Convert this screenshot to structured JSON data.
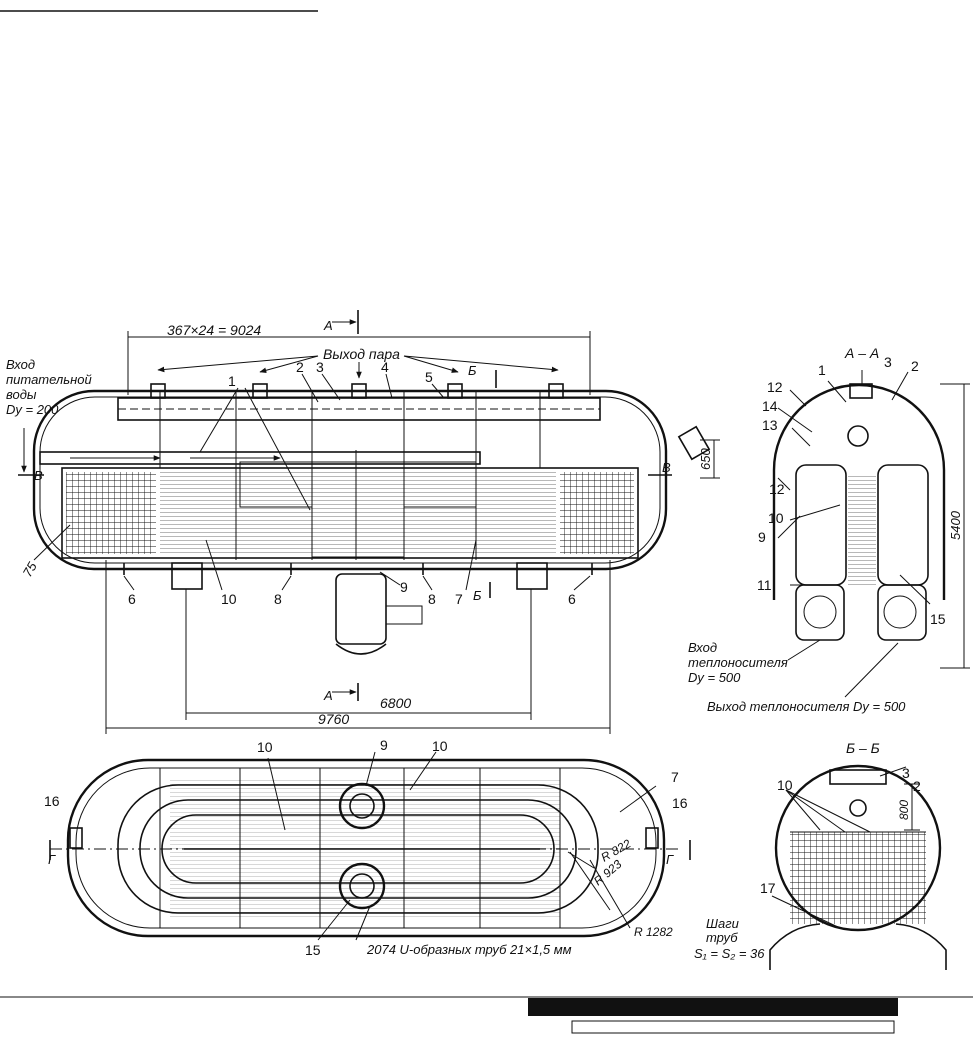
{
  "labels": {
    "dim_top": "367×24 = 9024",
    "steam_out": "Выход пара",
    "feed_water": [
      "Вход",
      "питательной",
      "воды",
      "Dy = 200"
    ],
    "dim_650": "650",
    "dim_6800": "6800",
    "dim_9760": "9760",
    "dim_5400": "5400",
    "dim_800": "800",
    "dim_75": "75",
    "sec_A": "А",
    "sec_B": "Б",
    "sec_V": "В",
    "sec_G": "Г",
    "section_AA": "А – А",
    "section_BB": "Б – Б",
    "coolant_in": [
      "Вход",
      "теплоносителя",
      "Dy = 500"
    ],
    "coolant_out": "Выход теплоносителя Dy = 500",
    "tubes": "2074 U-образных труб 21×1,5 мм",
    "pitch": [
      "Шаги",
      "труб",
      "S₁ = S₂ = 36"
    ],
    "r822": "R 822",
    "r923": "R 923",
    "r1282": "R 1282"
  },
  "callouts": {
    "n1": "1",
    "n2": "2",
    "n3": "3",
    "n4": "4",
    "n5": "5",
    "n6": "6",
    "n7": "7",
    "n8": "8",
    "n9": "9",
    "n10": "10",
    "n11": "11",
    "n12": "12",
    "n13": "13",
    "n14": "14",
    "n15": "15",
    "n16": "16",
    "n17": "17"
  }
}
